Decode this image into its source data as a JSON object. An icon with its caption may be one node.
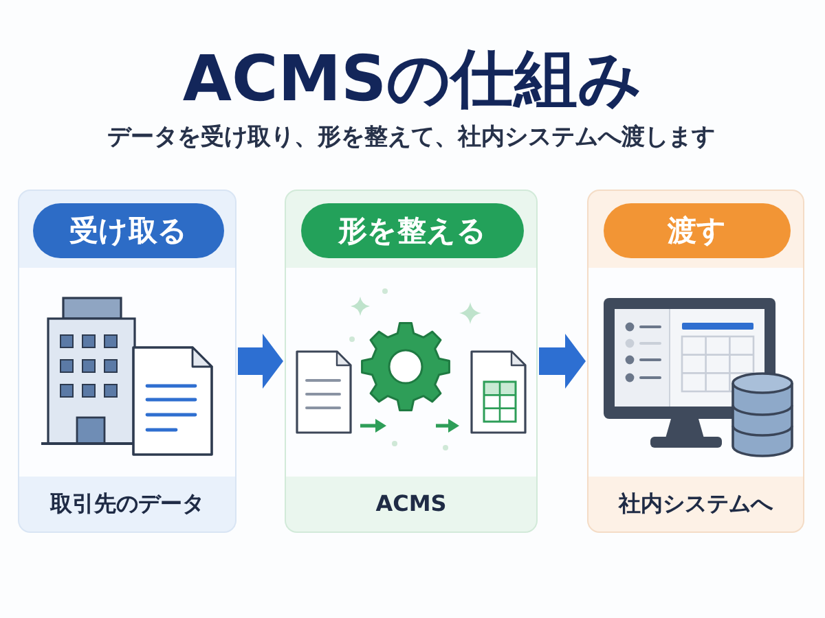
{
  "diagram": {
    "title": "ACMSの仕組み",
    "nodes": [
      {
        "text": [
          "取引先のデータ"
        ]
      },
      {
        "text": [
          "受け取る"
        ],
        "in": 0
      },
      {
        "text": [
          "ACMS"
        ]
      },
      {
        "text": [
          "形を整える"
        ],
        "in": 2
      },
      {
        "text": [
          "社内システムへ"
        ]
      },
      {
        "text": [
          "渡す"
        ],
        "in": 4
      }
    ],
    "edges": [
      {
        "from": 0,
        "to": 2,
        "arrow": "to"
      },
      {
        "from": 2,
        "to": 4,
        "arrow": "to"
      }
    ],
    "labels": [
      "データを受け取り、形を整えて、社内システムへ渡します"
    ]
  }
}
